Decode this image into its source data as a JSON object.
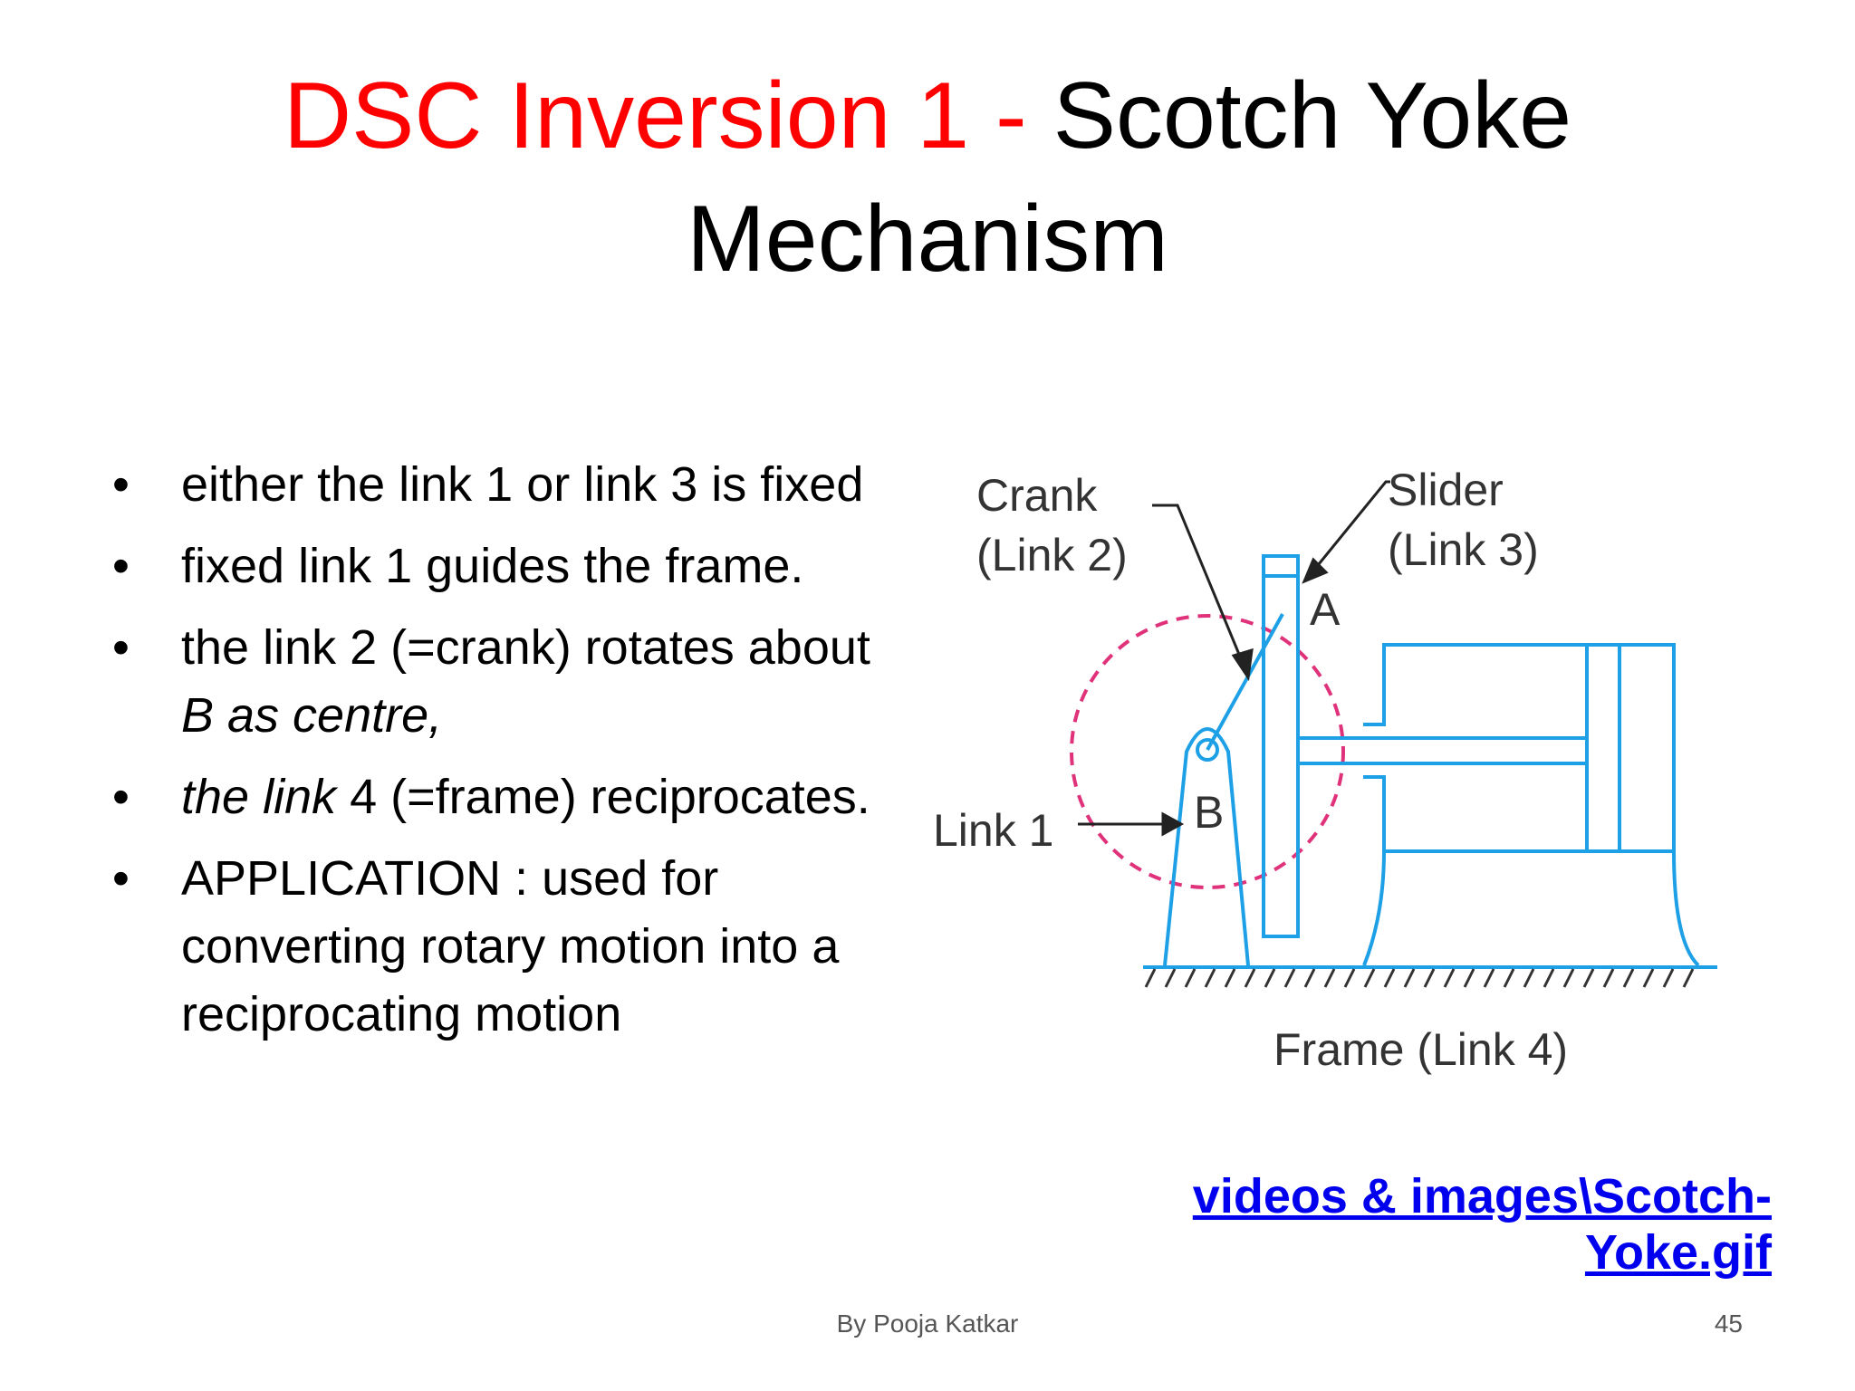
{
  "title": {
    "part1": "DSC Inversion 1 -",
    "part2": "Scotch Yoke",
    "part3": "Mechanism"
  },
  "bullets": [
    {
      "text": "either the link 1 or link 3 is fixed"
    },
    {
      "text": "fixed link 1 guides the frame."
    },
    {
      "text_a": "the link 2 (=crank) rotates about ",
      "text_b": "B as centre,"
    },
    {
      "text_a": "the link",
      "text_b": " 4 (=frame) reciprocates."
    },
    {
      "text": "APPLICATION : used for converting rotary motion into a reciprocating motion"
    }
  ],
  "figure": {
    "labels": {
      "crank_line1": "Crank",
      "crank_line2": "(Link 2)",
      "slider_line1": "Slider",
      "slider_line2": "(Link 3)",
      "point_a": "A",
      "point_b": "B",
      "link1": "Link 1",
      "frame": "Frame (Link 4)"
    },
    "colors": {
      "mechanism": "#1ea0e6",
      "circle": "#e0327a",
      "text": "#333333"
    }
  },
  "link": {
    "text": "videos & images\\Scotch-Yoke.gif"
  },
  "footer": {
    "author": "By Pooja Katkar",
    "page": "45"
  },
  "colors": {
    "title_accent": "#ff0000",
    "hyperlink": "#0000ee"
  }
}
